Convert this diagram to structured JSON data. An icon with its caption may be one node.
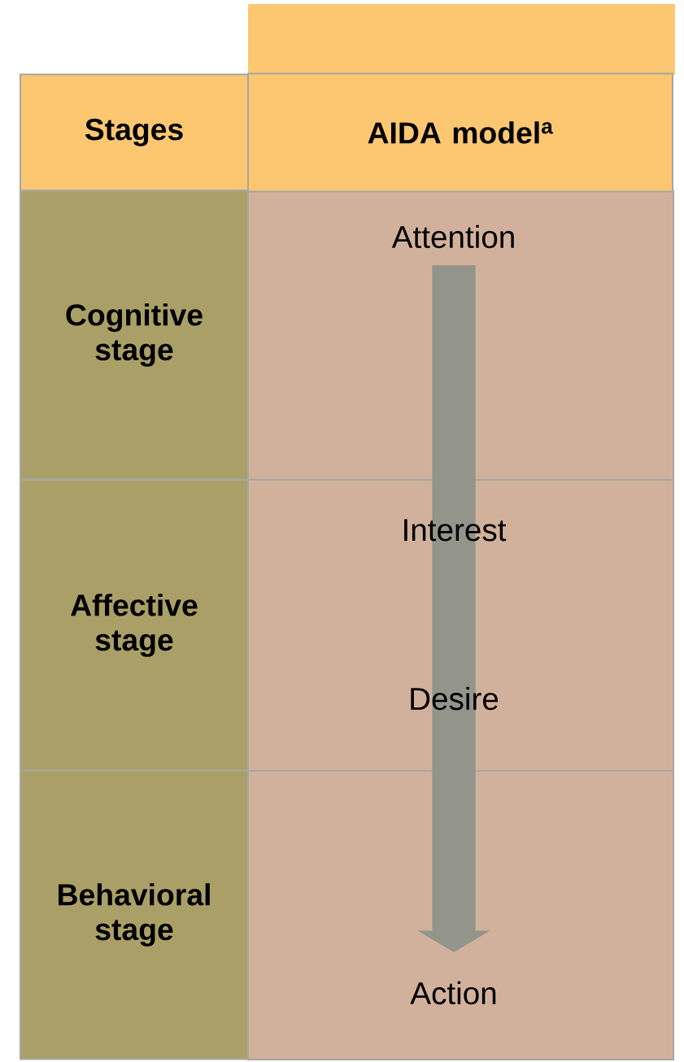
{
  "diagram": {
    "nodes": [
      {
        "text": [
          "Stages"
        ]
      },
      {
        "text": [
          "AIDA model$^{a}$"
        ]
      },
      {
        "text": [
          "Cognitive stage"
        ]
      },
      {
        "text": [
          "Affective stage"
        ]
      },
      {
        "text": [
          "Behavioral stage"
        ]
      },
      {
        "text": [
          "Attention"
        ]
      },
      {
        "text": [
          "Interest"
        ]
      },
      {
        "text": [
          "Desire"
        ]
      },
      {
        "text": [
          "Action"
        ]
      }
    ],
    "edges": [
      {
        "from": 5,
        "to": 8,
        "arrow": "to",
        "style": "thick"
      }
    ]
  }
}
